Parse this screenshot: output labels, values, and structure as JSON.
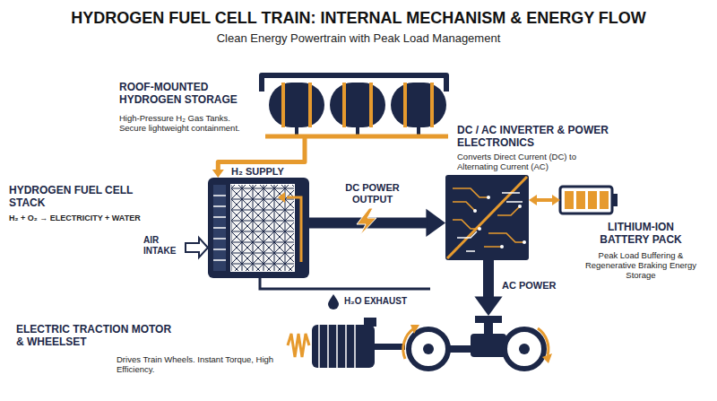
{
  "diagram": {
    "title": "HYDROGEN FUEL CELL TRAIN: INTERNAL MECHANISM & ENERGY FLOW",
    "nodes": [
      {
        "text": [
          "ROOF-MOUNTED HYDROGEN STORAGE",
          "High-Pressure H₂ Gas Tanks. Secure lightweight containment."
        ]
      },
      {
        "text": [
          "HYDROGEN FUEL CELL STACK",
          "H₂ + O₂ → ELECTRICITY + WATER"
        ]
      },
      {
        "text": [
          "DC / AC INVERTER & POWER ELECTRONICS",
          "Converts Direct Current (DC) to Alternating Current (AC)"
        ]
      },
      {
        "text": [
          "LITHIUM-ION BATTERY PACK",
          "Peak Load Buffering & Regenerative Braking Energy Storage"
        ]
      },
      {
        "text": [
          "ELECTRIC TRACTION MOTOR & WHEELSET",
          "Drives Train Wheels. Instant Torque, High Efficiency."
        ]
      }
    ],
    "edges": [
      {
        "from": 0,
        "to": 1,
        "label": "H₂ SUPPLY",
        "arrow": "to"
      },
      {
        "from": 1,
        "to": 2,
        "label": "DC POWER OUTPUT",
        "arrow": "to"
      },
      {
        "from": 2,
        "to": 3,
        "arrow": "both"
      },
      {
        "from": 2,
        "to": 4,
        "label": "AC POWER",
        "arrow": "to"
      }
    ],
    "labels": [
      "Clean Energy Powertrain with Peak Load Management",
      "AIR INTAKE",
      "H₂O EXHAUST"
    ]
  }
}
